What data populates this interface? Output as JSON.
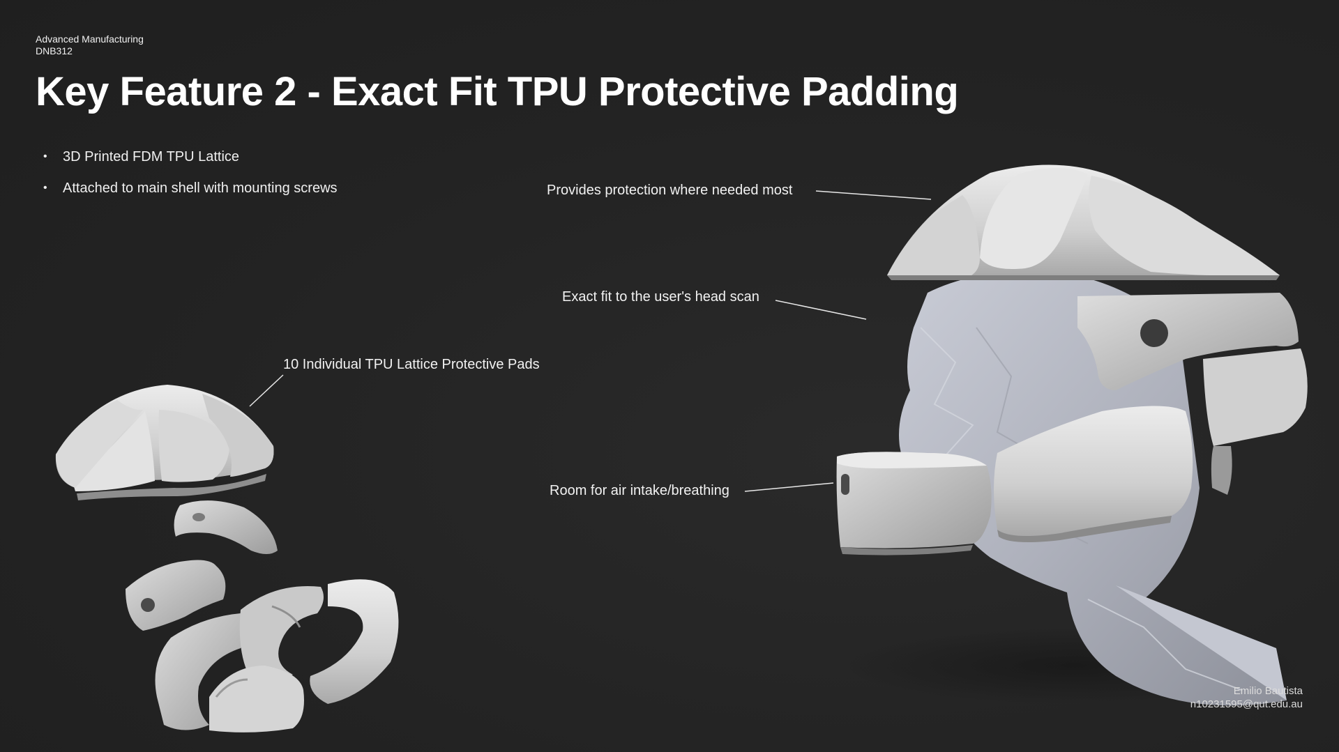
{
  "header": {
    "course_line1": "Advanced Manufacturing",
    "course_line2": "DNB312",
    "title": "Key Feature 2 - Exact Fit TPU Protective Padding"
  },
  "bullets": [
    "3D Printed FDM TPU Lattice",
    "Attached to main shell with mounting screws"
  ],
  "callouts": {
    "pads": "10 Individual TPU Lattice Protective Pads",
    "protection": "Provides protection where needed most",
    "fit": "Exact fit to the user's head scan",
    "air": "Room for air intake/breathing"
  },
  "footer": {
    "name": "Emilio Bautista",
    "email": "n10231595@qut.edu.au"
  },
  "colors": {
    "background": "#222222",
    "pad_light": "#d9d9d9",
    "head_scan": "#b9bcc6"
  }
}
